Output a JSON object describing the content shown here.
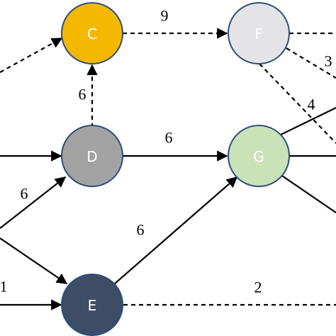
{
  "nodes": {
    "C": {
      "label": "C",
      "fill": "#f5b800"
    },
    "F": {
      "label": "F",
      "fill": "#e4e4e6"
    },
    "D": {
      "label": "D",
      "fill": "#a3a3a3"
    },
    "G": {
      "label": "G",
      "fill": "#c9e2b8"
    },
    "E": {
      "label": "E",
      "fill": "#3e4d66"
    }
  },
  "edges": {
    "offscreen_to_C": {
      "style": "dashed"
    },
    "C_to_F": {
      "weight": "9",
      "style": "dashed"
    },
    "F_offscreen_right": {
      "style": "dashed"
    },
    "F_offscreen_mid": {
      "weight": "3",
      "style": "dashed"
    },
    "F_offscreen_low": {
      "style": "dashed"
    },
    "D_to_C": {
      "weight": "6",
      "style": "dashed"
    },
    "offscreen_to_D": {
      "style": "solid"
    },
    "D_to_G": {
      "weight": "6",
      "style": "solid"
    },
    "left_node_to_D": {
      "weight": "6",
      "style": "solid"
    },
    "G_offscreen_up": {
      "weight": "4",
      "style": "solid"
    },
    "G_offscreen_right": {
      "style": "solid"
    },
    "G_offscreen_down": {
      "style": "solid"
    },
    "left_node_to_E": {
      "style": "solid"
    },
    "offscreen_to_E": {
      "weight": "1",
      "style": "solid"
    },
    "E_to_G": {
      "weight": "6",
      "style": "solid"
    },
    "E_offscreen_right": {
      "weight": "2",
      "style": "dashed"
    }
  },
  "colors": {
    "node_border": "#2d4d7a",
    "edge": "#000000",
    "background": "#ffffff"
  }
}
